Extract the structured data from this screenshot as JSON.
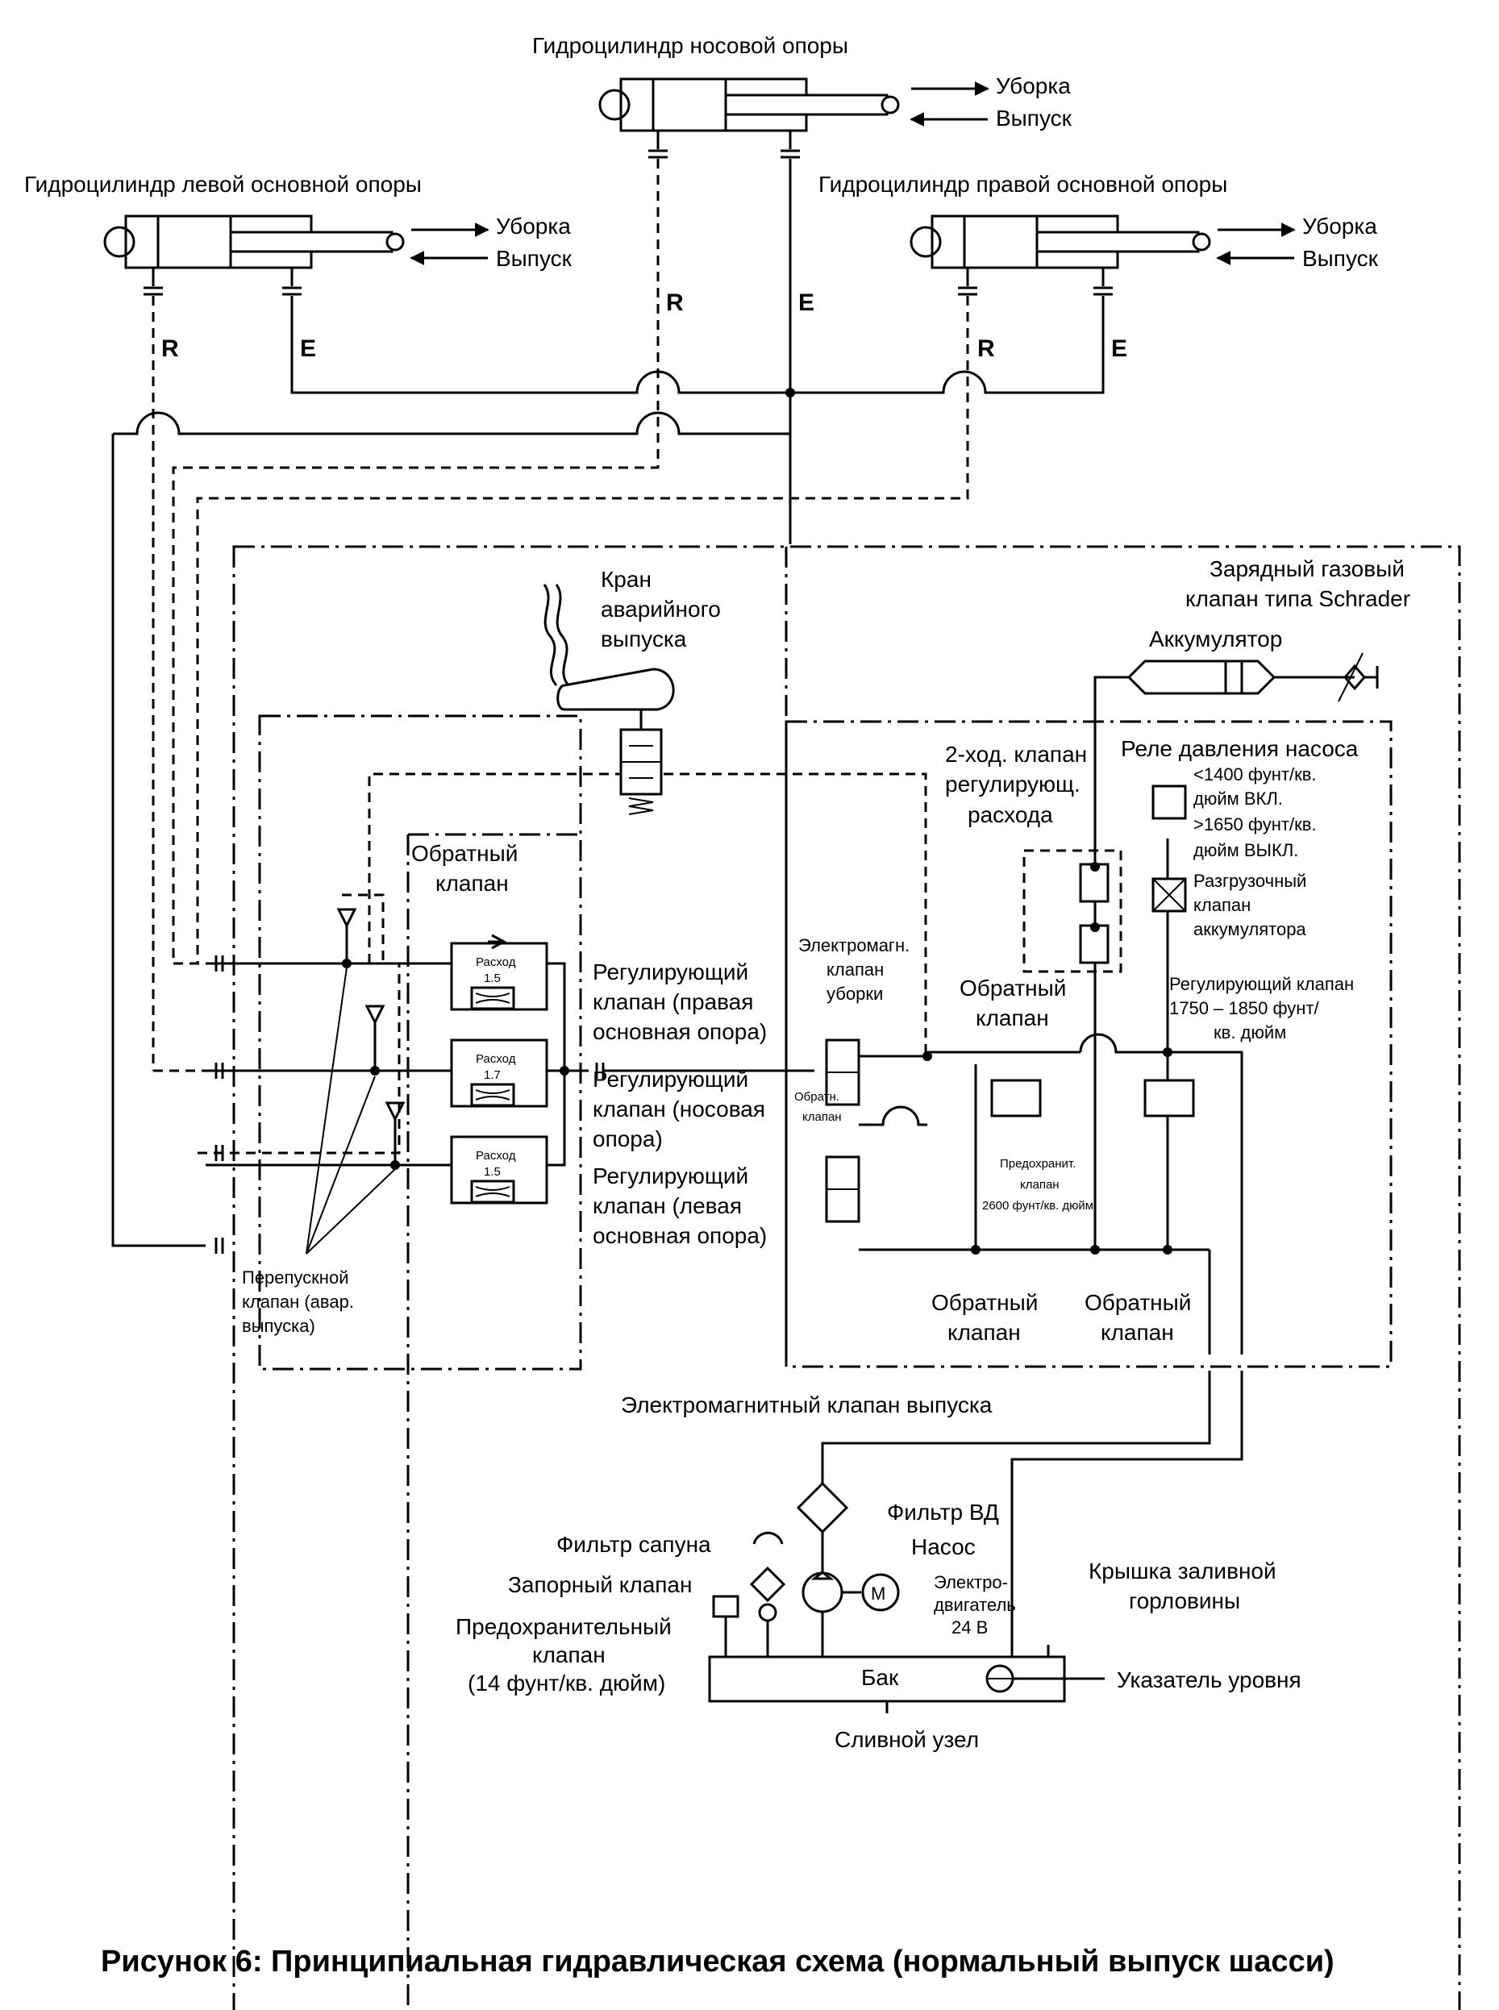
{
  "figure": {
    "title": "Рисунок 6: Принципиальная гидравлическая схема (нормальный выпуск шасси)"
  },
  "cylinders": {
    "nose": {
      "label": "Гидроцилиндр носовой опоры",
      "retract": "Уборка",
      "extend": "Выпуск",
      "port_r": "R",
      "port_e": "E"
    },
    "left": {
      "label": "Гидроцилиндр левой основной опоры",
      "retract": "Уборка",
      "extend": "Выпуск",
      "port_r": "R",
      "port_e": "E"
    },
    "right": {
      "label": "Гидроцилиндр правой основной опоры",
      "retract": "Уборка",
      "extend": "Выпуск",
      "port_r": "R",
      "port_e": "E"
    }
  },
  "components": {
    "emergency_valve": {
      "line1": "Кран",
      "line2": "аварийного",
      "line3": "выпуска"
    },
    "schrader": {
      "line1": "Зарядный газовый",
      "line2": "клапан типа Schrader"
    },
    "accumulator": "Аккумулятор",
    "pump_relay": {
      "line1": "Реле давления насоса",
      "line2": "<1400 фунт/кв.",
      "line3": "дюйм ВКЛ.",
      "line4": ">1650 фунт/кв.",
      "line5": "дюйм ВЫКЛ."
    },
    "flow_valve_2way": {
      "line1": "2-ход. клапан",
      "line2": "регулирующ.",
      "line3": "расхода"
    },
    "unload_valve": {
      "line1": "Разгрузочный",
      "line2": "клапан",
      "line3": "аккумулятора"
    },
    "check_valve_top": {
      "line1": "Обратный",
      "line2": "клапан"
    },
    "solenoid_retract": {
      "line1": "Электромагн.",
      "line2": "клапан",
      "line3": "уборки"
    },
    "check_valve_mid": {
      "line1": "Обратный",
      "line2": "клапан"
    },
    "regulating_valve": {
      "line1": "Регулирующий клапан",
      "line2": "1750 – 1850 фунт/",
      "line3": "кв. дюйм"
    },
    "relief_2600": {
      "line1": "Предохранит.",
      "line2": "клапан",
      "line3": "2600 фунт/кв. дюйм"
    },
    "check_valve_small": {
      "line1": "Обратн.",
      "line2": "клапан"
    },
    "check_valve_bottom_a": {
      "line1": "Обратный",
      "line2": "клапан"
    },
    "check_valve_bottom_b": {
      "line1": "Обратный",
      "line2": "клапан"
    },
    "solenoid_extend": "Электромагнитный клапан выпуска",
    "flow_reg_right": {
      "line1": "Регулирующий",
      "line2": "клапан (правая",
      "line3": "основная опора)"
    },
    "flow_reg_nose": {
      "line1": "Регулирующий",
      "line2": "клапан (носовая",
      "line3": "опора)"
    },
    "flow_reg_left": {
      "line1": "Регулирующий",
      "line2": "клапан (левая",
      "line3": "основная опора)"
    },
    "flow_rates": {
      "label": "Расход",
      "right": "1.5",
      "nose": "1.7",
      "left": "1.5"
    },
    "bypass_valve": {
      "line1": "Перепускной",
      "line2": "клапан (авар.",
      "line3": "выпуска)"
    },
    "hp_filter": "Фильтр ВД",
    "pump": "Насос",
    "motor": {
      "line1": "Электро-",
      "line2": "двигатель",
      "line3": "24 В",
      "symbol": "M"
    },
    "breather_filter": "Фильтр сапуна",
    "shutoff_valve": "Запорный клапан",
    "relief_14": {
      "line1": "Предохранительный",
      "line2": "клапан",
      "line3": "(14 фунт/кв. дюйм)"
    },
    "filler_cap": {
      "line1": "Крышка заливной",
      "line2": "горловины"
    },
    "tank": "Бак",
    "level_gauge": "Указатель уровня",
    "drain": "Сливной узел"
  }
}
